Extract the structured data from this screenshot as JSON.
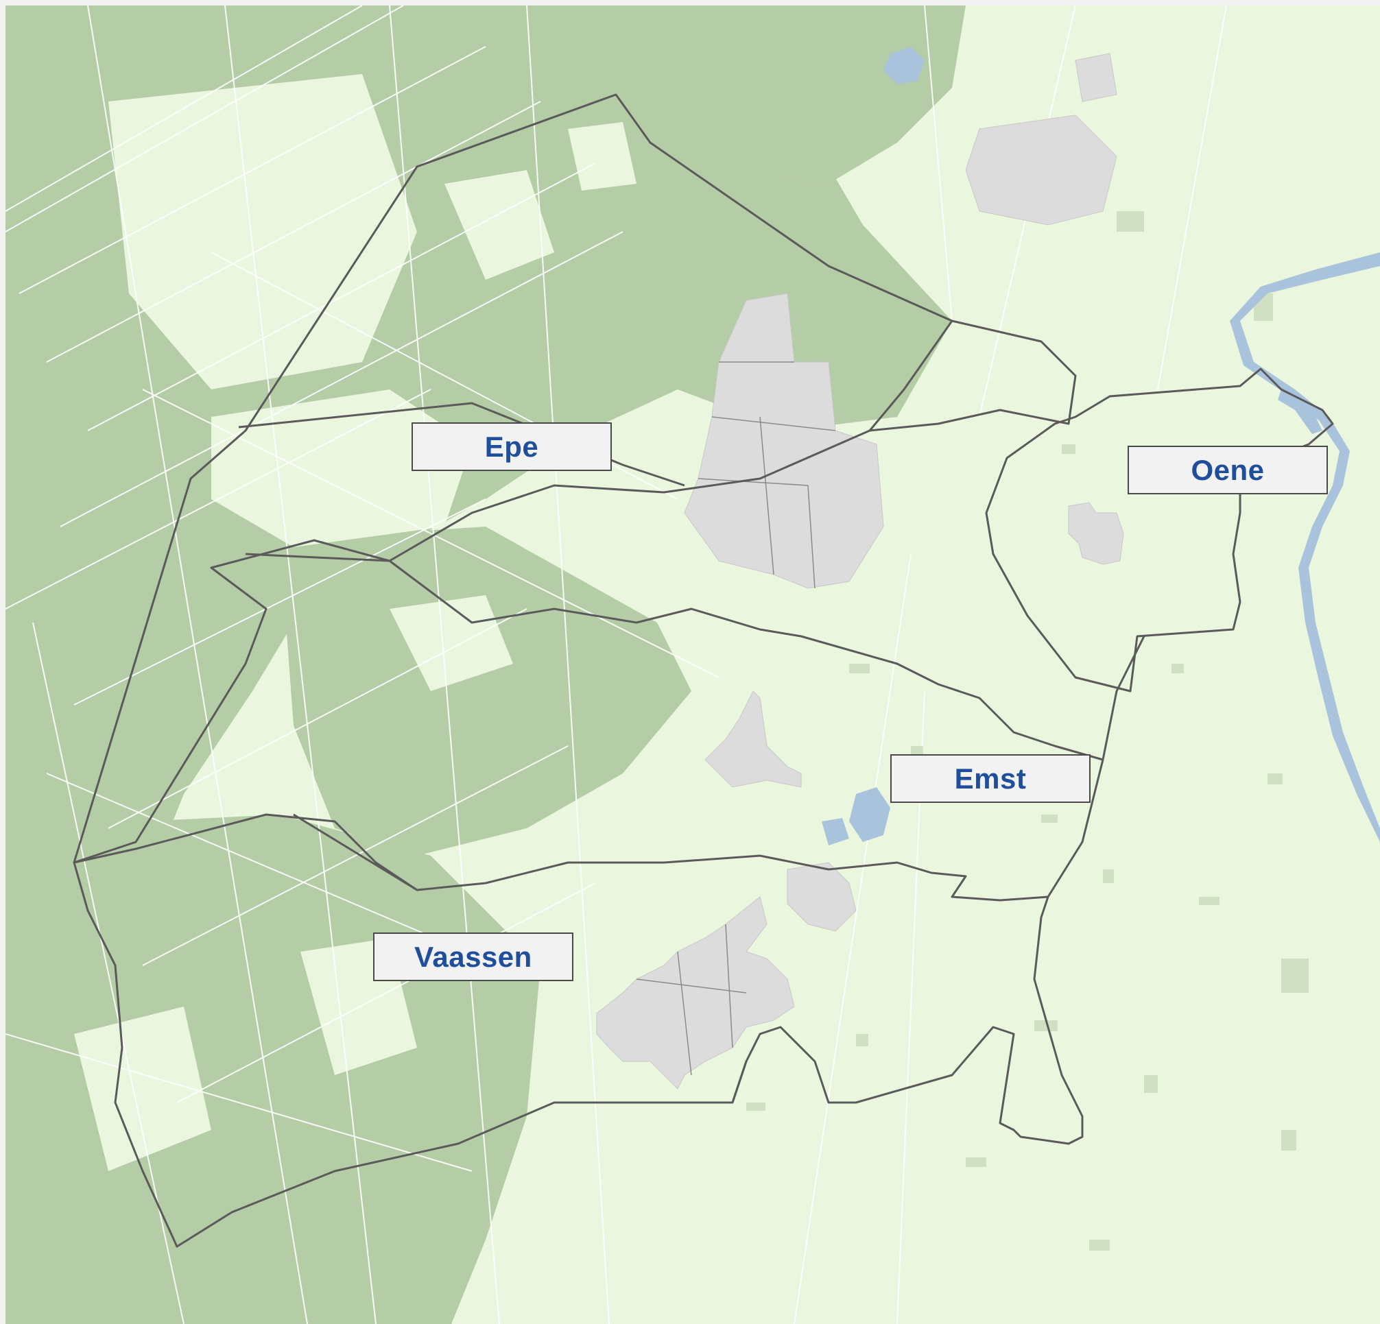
{
  "map": {
    "labels": {
      "epe": "Epe",
      "oene": "Oene",
      "emst": "Emst",
      "vaassen": "Vaassen"
    },
    "colors": {
      "land": "#eaf6de",
      "forest": "#b7cfa9",
      "forest_dark": "#a9c59b",
      "road": "#ffffff",
      "urban": "#e6e6e6",
      "water": "#a9c3dc",
      "boundary": "#5a5a5a",
      "label_text": "#1f4e9c",
      "label_bg": "#f2f2f2"
    }
  }
}
